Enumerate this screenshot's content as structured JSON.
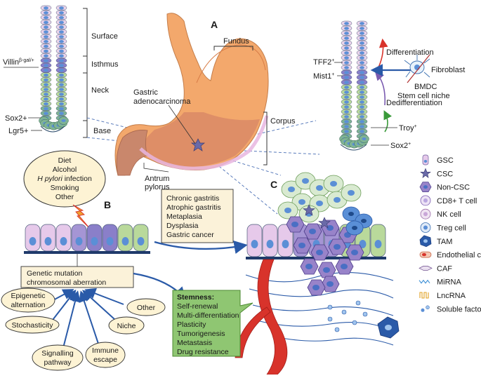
{
  "panels": {
    "a": "A",
    "b": "B",
    "c": "C"
  },
  "gland_left": {
    "labels": {
      "surface": "Surface",
      "isthmus": "Isthmus",
      "neck": "Neck",
      "base": "Base",
      "villin": "Villin",
      "villin_sup": "β-gal/+",
      "sox2": "Sox2+",
      "lgr5": "Lgr5+"
    }
  },
  "stomach": {
    "labels": {
      "fundus": "Fundus",
      "gastric": "Gastric",
      "adenocarcinoma": "adenocarcinoma",
      "corpus": "Corpus",
      "antrum": "Antrum",
      "pylorus": "pylorus"
    }
  },
  "gland_right": {
    "labels": {
      "tff2": "TFF2",
      "tff2_sup": "+",
      "mist1": "Mist1",
      "mist1_sup": "+",
      "differentiation": "Differentiation",
      "dedifferentiation": "Dedifferentiation",
      "fibroblast": "Fibroblast",
      "bmdc": "BMDC",
      "niche": "Stem cell niche",
      "troy": "Troy",
      "troy_sup": "+",
      "sox2": "Sox2",
      "sox2_sup": "+"
    }
  },
  "risk_factors": [
    "Diet",
    "Alcohol",
    "H pyloriinfection",
    "Smoking",
    "Other"
  ],
  "risk_factors_italic": "H pylori",
  "risk_factors_rest": " infection",
  "disease_box": [
    "Chronic gastritis",
    "Atrophic gastritis",
    "Metaplasia",
    "Dysplasia",
    "Gastric cancer"
  ],
  "mutation_box": [
    "Genetic mutation",
    "chromosomal aberration"
  ],
  "causes": {
    "epigenetic": [
      "Epigenetic",
      "alternation"
    ],
    "stochasticity": "Stochasticity",
    "signalling": [
      "Signalling",
      "pathway"
    ],
    "immune": [
      "Immune",
      "escape"
    ],
    "niche": "Niche",
    "other": "Other"
  },
  "stemness_box": {
    "title": "Stemness:",
    "items": [
      "Self-renewal",
      "Multi-differentiation",
      "Plasticity",
      "Tumorigenesis",
      "Metastasis",
      "Drug resistance"
    ]
  },
  "legend": [
    "GSC",
    "CSC",
    "Non-CSC",
    "CD8+ T cell",
    "NK cell",
    "Treg cell",
    "TAM",
    "Endothelial cell",
    "CAF",
    "MiRNA",
    "LncRNA",
    "Soluble factors"
  ],
  "colors": {
    "surface_cell": "#e9d3ea",
    "isthmus_cell": "#8a7fc9",
    "neck_cell": "#b9d99b",
    "base_cell": "#7fb394",
    "nucleus": "#5b8fd6",
    "stomach_fundus": "#f3a86c",
    "stomach_antrum": "#c9876c",
    "arrow_blue": "#2a5aa8",
    "box_green": "#6fae4f",
    "box_cream": "#fbf2d9",
    "tumor_purple": "#9883c9"
  }
}
